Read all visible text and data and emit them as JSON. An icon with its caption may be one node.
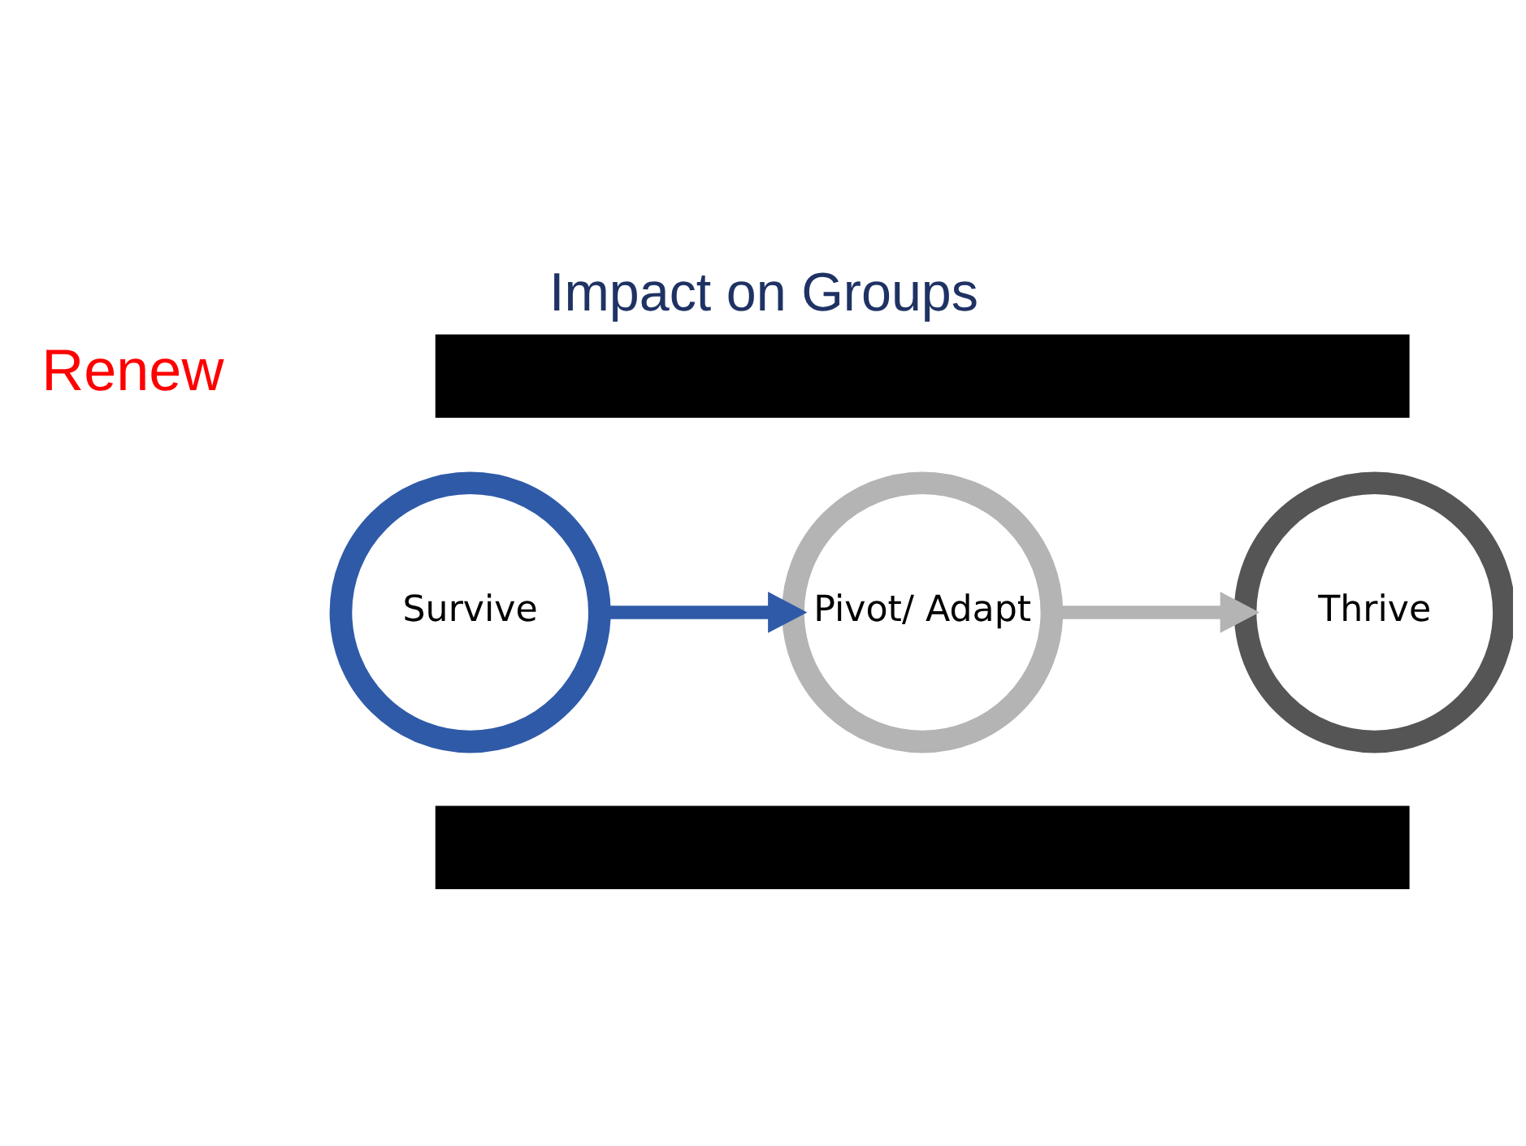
{
  "diagram": {
    "title": "Impact on Groups",
    "nodes": [
      {
        "text": [],
        "shape": "bar"
      },
      {
        "text": [
          "Survive"
        ]
      },
      {
        "text": [
          "Pivot/ Adapt"
        ]
      },
      {
        "text": [
          "Thrive"
        ]
      },
      {
        "text": [],
        "shape": "bar"
      }
    ],
    "edges": [
      {
        "from": 1,
        "to": 2,
        "arrow": "to",
        "color": "#2f5aa8"
      },
      {
        "from": 2,
        "to": 3,
        "arrow": "to",
        "color": "#b4b4b4"
      }
    ],
    "labels": [
      "Renew"
    ]
  }
}
